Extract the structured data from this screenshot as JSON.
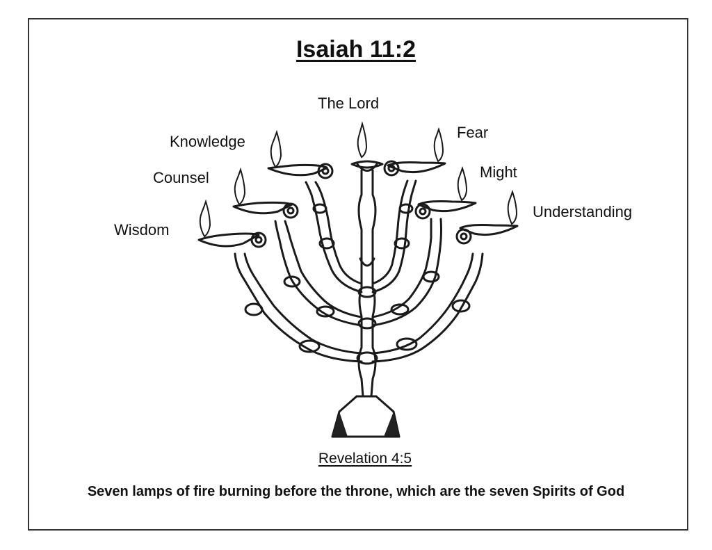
{
  "title": "Isaiah 11:2",
  "spirits": {
    "lord": "The Lord",
    "knowledge": "Knowledge",
    "fear": "Fear",
    "counsel": "Counsel",
    "might": "Might",
    "wisdom": "Wisdom",
    "understanding": "Understanding"
  },
  "reference": "Revelation 4:5",
  "caption": "Seven lamps of fire burning before the throne, which are the seven Spirits of God"
}
